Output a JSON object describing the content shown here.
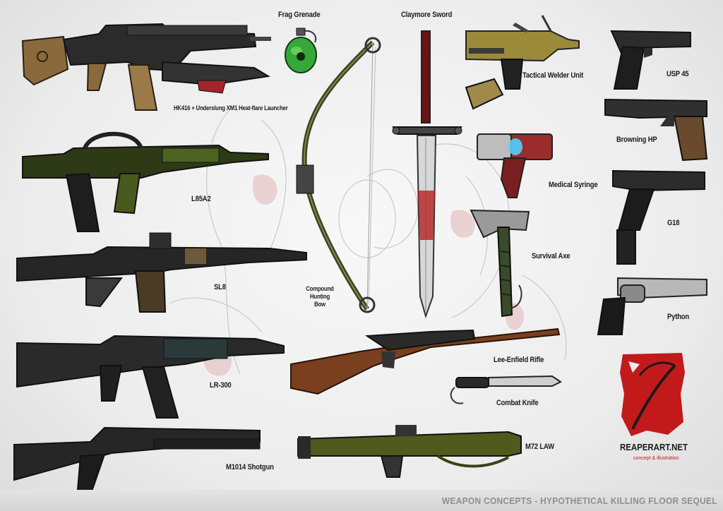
{
  "footer": {
    "title": "WEAPON CONCEPTS - HYPOTHETICAL KILLING FLOOR SEQUEL"
  },
  "brand": {
    "name": "REAPERART.NET",
    "tagline": "concept & illustration"
  },
  "weapons": {
    "hk416": "HK416 + Underslung XM1 Heat-flare Launcher",
    "frag": "Frag Grenade",
    "claymore": "Claymore Sword",
    "welder": "Tactical Welder Unit",
    "usp45": "USP 45",
    "browning": "Browning HP",
    "syringe": "Medical Syringe",
    "l85a2": "L85A2",
    "g18": "G18",
    "survival_axe": "Survival Axe",
    "sl8": "SL8",
    "bow": "Compound Hunting Bow",
    "python": "Python",
    "lr300": "LR-300",
    "lee_enfield": "Lee-Enfield Rifle",
    "combat_knife": "Combat Knife",
    "m1014": "M1014 Shotgun",
    "m72": "M72 LAW"
  },
  "colors": {
    "accent": "#c21a1a",
    "metal": "#2b2b2b",
    "tan": "#8a6a3c",
    "olive": "#3f4f1a",
    "wood": "#7a3f1e"
  }
}
